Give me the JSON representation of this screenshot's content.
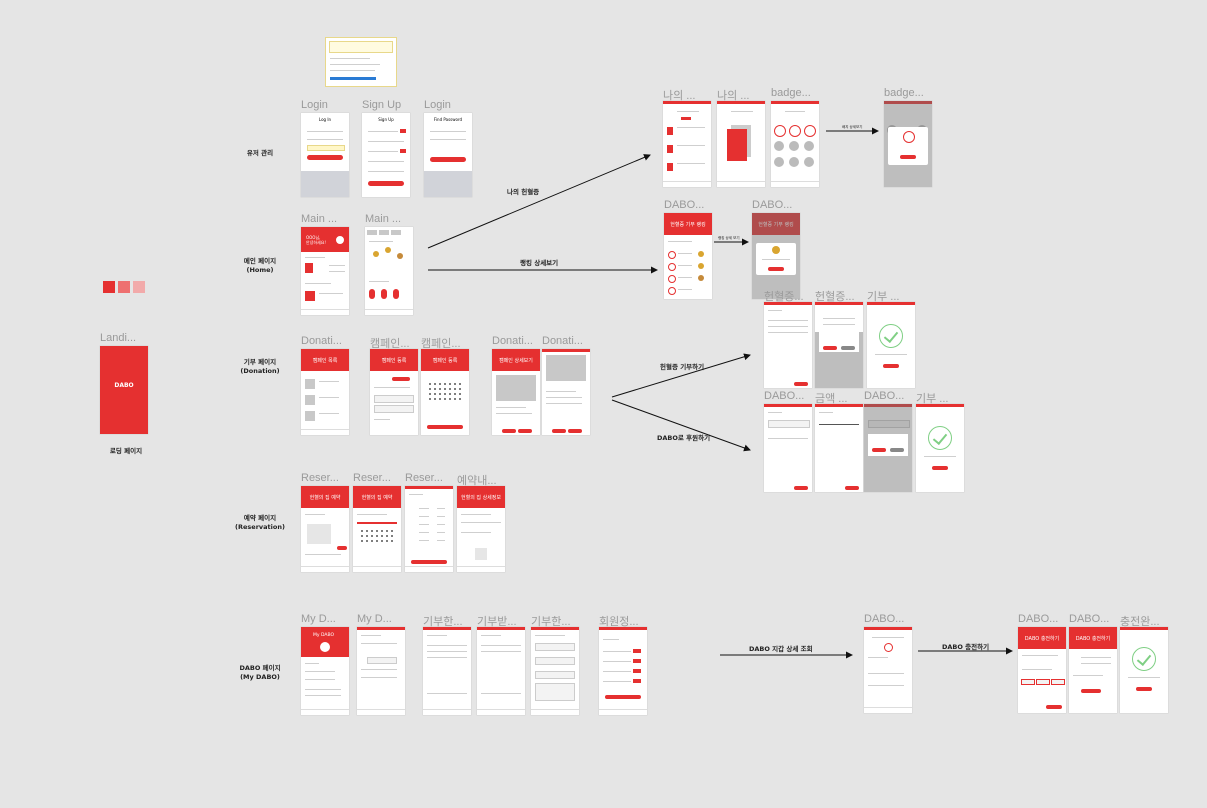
{
  "colors": {
    "canvas": "#e5e5e5",
    "accent": "#e53030",
    "swatches": [
      "#e53030",
      "#ee7070",
      "#f2aaaa"
    ]
  },
  "sections": [
    {
      "id": "user",
      "label": "유저 관리"
    },
    {
      "id": "main",
      "label": "메인 페이지\n(Home)"
    },
    {
      "id": "donation",
      "label": "기부 페이지\n(Donation)"
    },
    {
      "id": "reservation",
      "label": "예약 페이지\n(Reservation)"
    },
    {
      "id": "mydabo",
      "label": "DABO 페이지\n(My DABO)"
    }
  ],
  "landing": {
    "title": "Landi...",
    "caption": "로딩 페이지",
    "logo": "DABO"
  },
  "frames": {
    "login": "Login",
    "signup": "Sign Up",
    "login2": "Login",
    "main1": "Main ...",
    "main2": "Main ...",
    "my1": "나의 ...",
    "my2": "나의 ...",
    "badge1": "badge...",
    "badge2": "badge...",
    "dabo_rank1": "DABO...",
    "dabo_rank2": "DABO...",
    "don1": "Donati...",
    "camp1": "캠페인...",
    "camp2": "캠페인...",
    "don2": "Donati...",
    "don3": "Donati...",
    "cert1": "헌혈증...",
    "cert2": "헌혈증...",
    "give1": "기부 ...",
    "dabo_a": "DABO...",
    "amount": "금액 ...",
    "dabo_b": "DABO...",
    "give2": "기부 ...",
    "res1": "Reser...",
    "res2": "Reser...",
    "res3": "Reser...",
    "res4": "예약내...",
    "myd1": "My D...",
    "myd2": "My D...",
    "gh1": "기부한...",
    "gb1": "기부받...",
    "gh2": "기부한...",
    "member": "회원정...",
    "wallet": "DABO...",
    "charge1": "DABO...",
    "charge2": "DABO...",
    "done": "충전완..."
  },
  "screen_text": {
    "login_header": "Log In",
    "signup_header": "Sign Up",
    "find_pw": "Find Password",
    "main_banner": "OOO님,\n안녕하세요!",
    "rank_header": "헌혈증 기부 랭킹",
    "camp_list": "캠페인 목록",
    "camp_detail": "캠페인 등록",
    "camp_reg": "캠페인 등록",
    "don_detail": "캠페인 상세보기",
    "res_header": "헌혈의 집 예약",
    "res_detail": "헌혈의 집 상세정보",
    "my_dabo": "My DABO",
    "charge": "DABO 충전하기"
  },
  "arrows": {
    "my_cert": "나의 헌혈증",
    "ranking": "랭킹 상세보기",
    "cert_give": "헌혈증 기부하기",
    "dabo_give": "DABO로 후원하기",
    "wallet": "DABO 지갑 상세 조회",
    "charge": "DABO 충전하기",
    "badge_note": "배지 상세보기",
    "rank_note": "랭킹 상세 보기"
  }
}
